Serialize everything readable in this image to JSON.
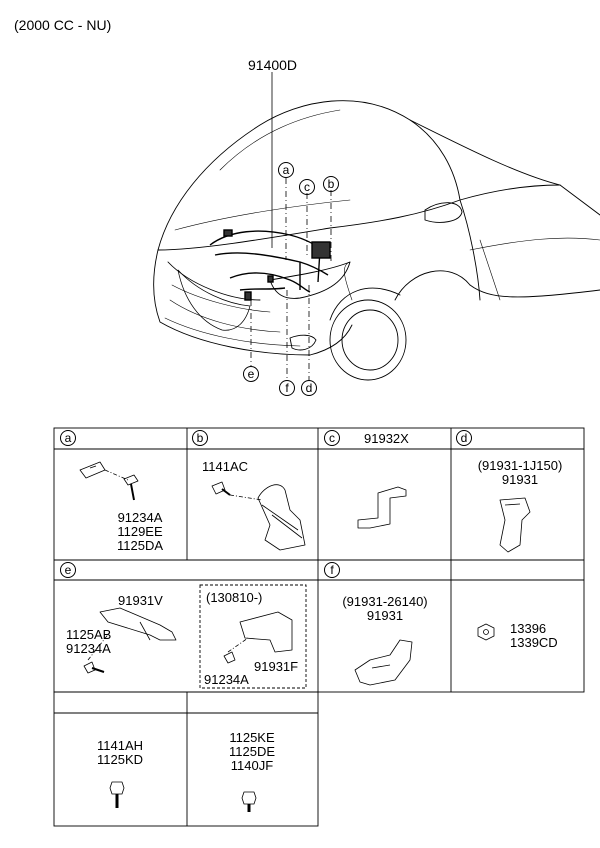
{
  "header": {
    "engine_label": "(2000 CC - NU)"
  },
  "main_diagram": {
    "harness_part": "91400D",
    "callouts": {
      "a": "a",
      "b": "b",
      "c": "c",
      "d": "d",
      "e": "e",
      "f": "f"
    }
  },
  "table": {
    "cells": {
      "a": {
        "letter": "a",
        "parts": [
          "91234A",
          "1129EE",
          "1125DA"
        ]
      },
      "b": {
        "letter": "b",
        "parts": [
          "1141AC"
        ]
      },
      "c": {
        "letter": "c",
        "title": "91932X"
      },
      "d": {
        "letter": "d",
        "parts": [
          "(91931-1J150)",
          "91931"
        ]
      },
      "e": {
        "letter": "e",
        "parts": [
          "91931V",
          "1125AB",
          "91234A"
        ],
        "inset": {
          "date": "(130810-)",
          "parts": [
            "91931F",
            "91234A"
          ]
        }
      },
      "f": {
        "letter": "f",
        "parts": [
          "(91931-26140)",
          "91931"
        ]
      },
      "g": {
        "parts": [
          "13396",
          "1339CD"
        ]
      },
      "h": {
        "parts": [
          "1141AH",
          "1125KD"
        ]
      },
      "i": {
        "parts": [
          "1125KE",
          "1125DE",
          "1140JF"
        ]
      }
    }
  }
}
